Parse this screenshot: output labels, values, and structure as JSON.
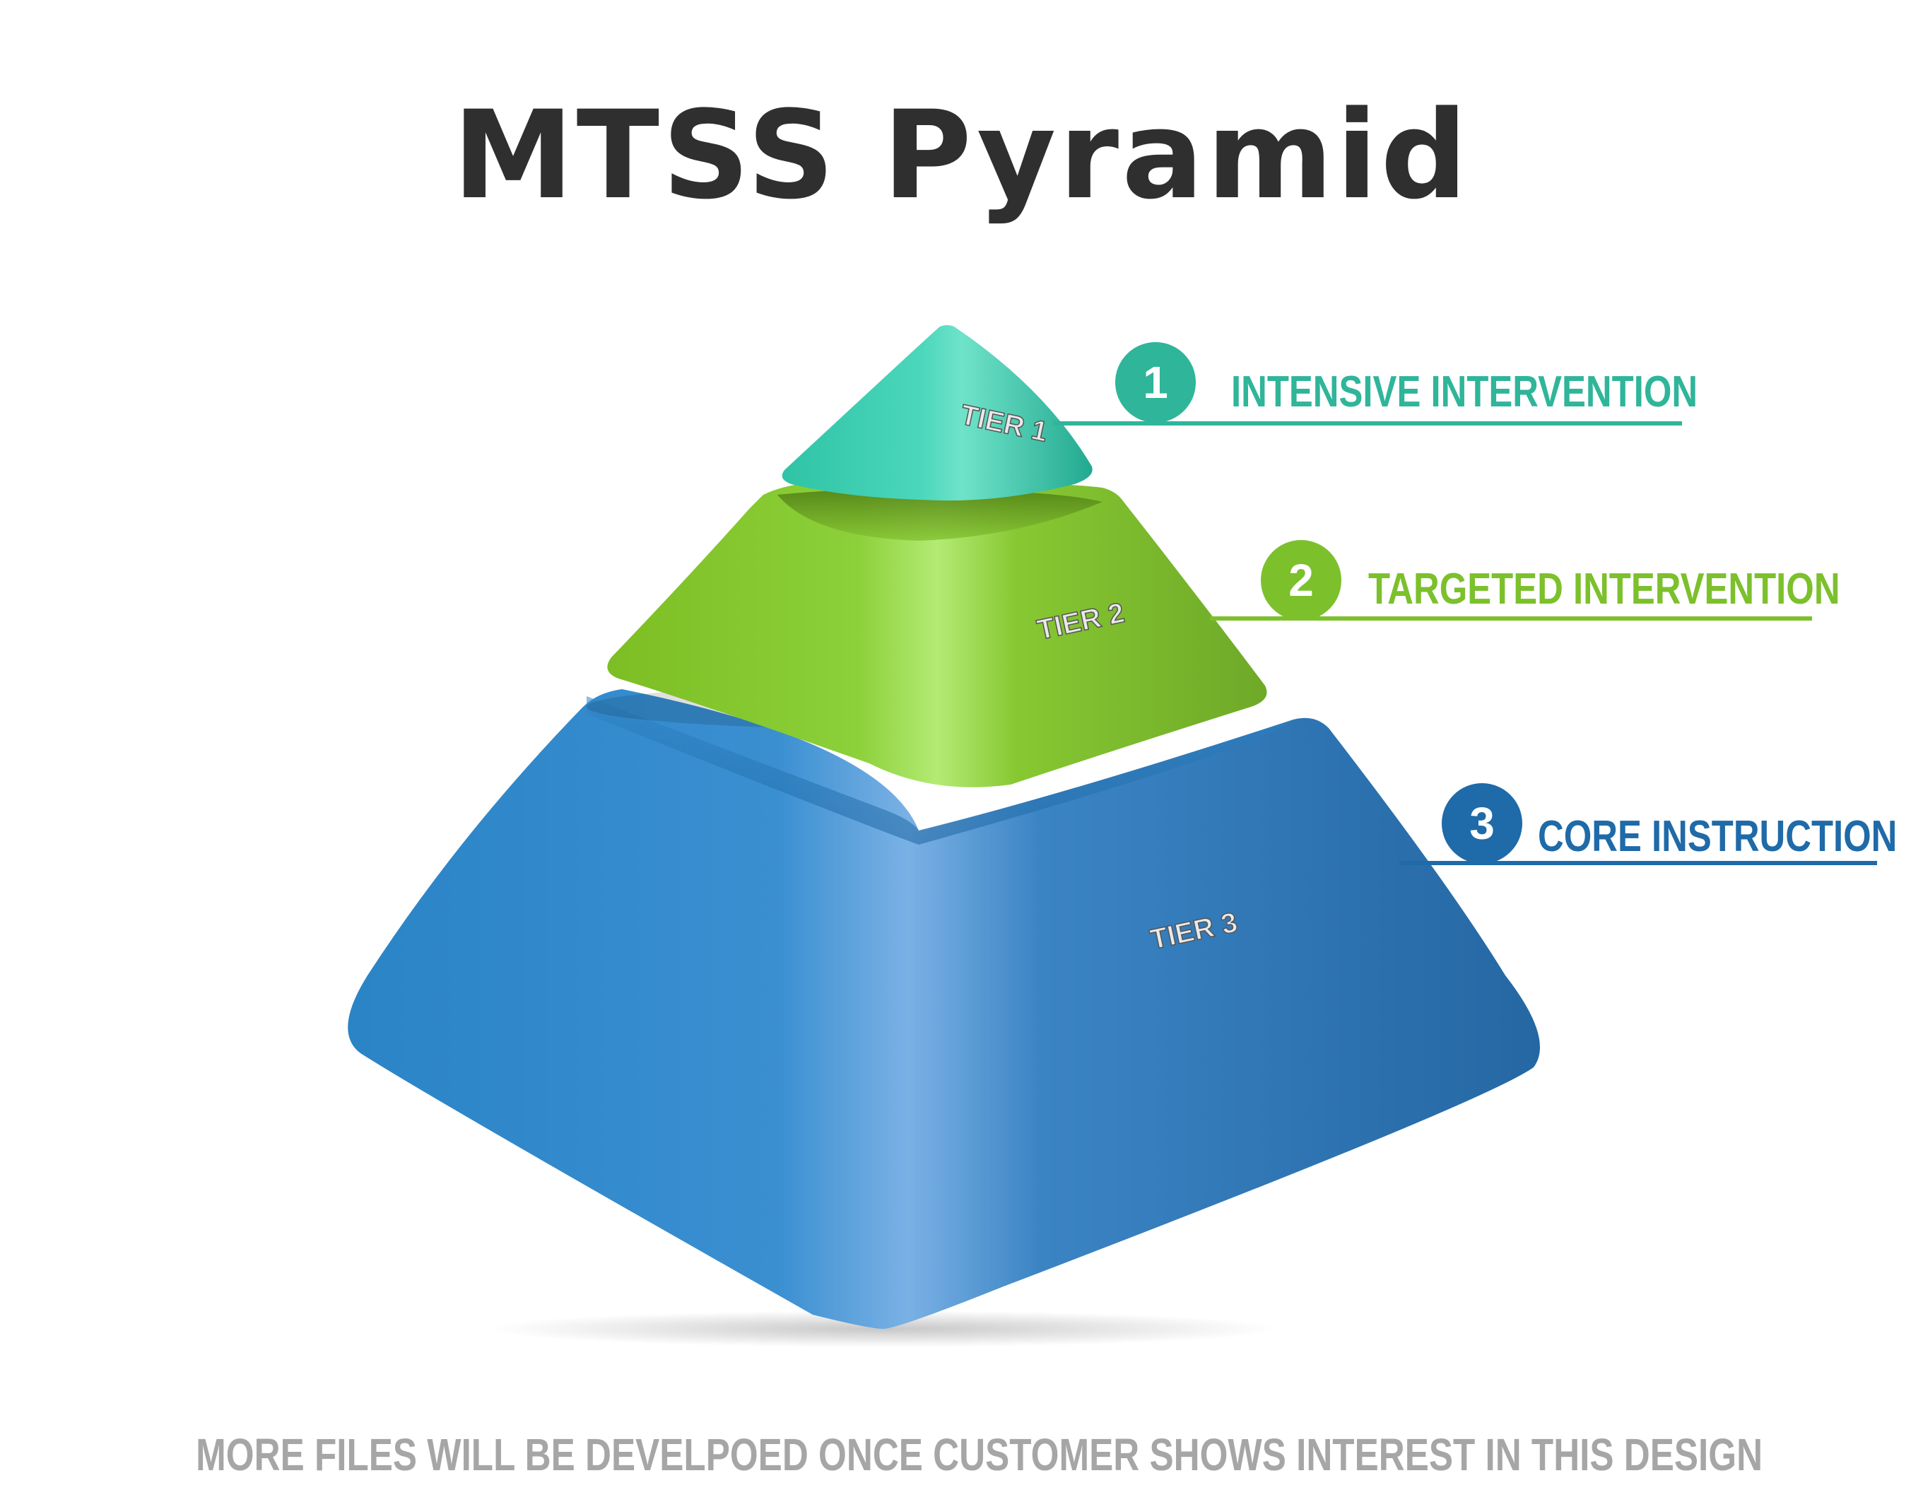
{
  "title": "MTSS Pyramid",
  "tiers": [
    {
      "number": "1",
      "tag": "TIER 1",
      "label": "INTENSIVE INTERVENTION",
      "color": "#2fb59a",
      "light": "#6fe3c9",
      "dark": "#1e9c86"
    },
    {
      "number": "2",
      "tag": "TIER 2",
      "label": "TARGETED INTERVENTION",
      "color": "#7cc02c",
      "light": "#b0e872",
      "dark": "#6aa822"
    },
    {
      "number": "3",
      "tag": "TIER 3",
      "label": "CORE INSTRUCTION",
      "color": "#1f6aa8",
      "light": "#79aee4",
      "dark": "#2568a4"
    }
  ],
  "footer": "MORE FILES WILL BE DEVELPOED ONCE CUSTOMER SHOWS INTEREST IN THIS DESIGN"
}
